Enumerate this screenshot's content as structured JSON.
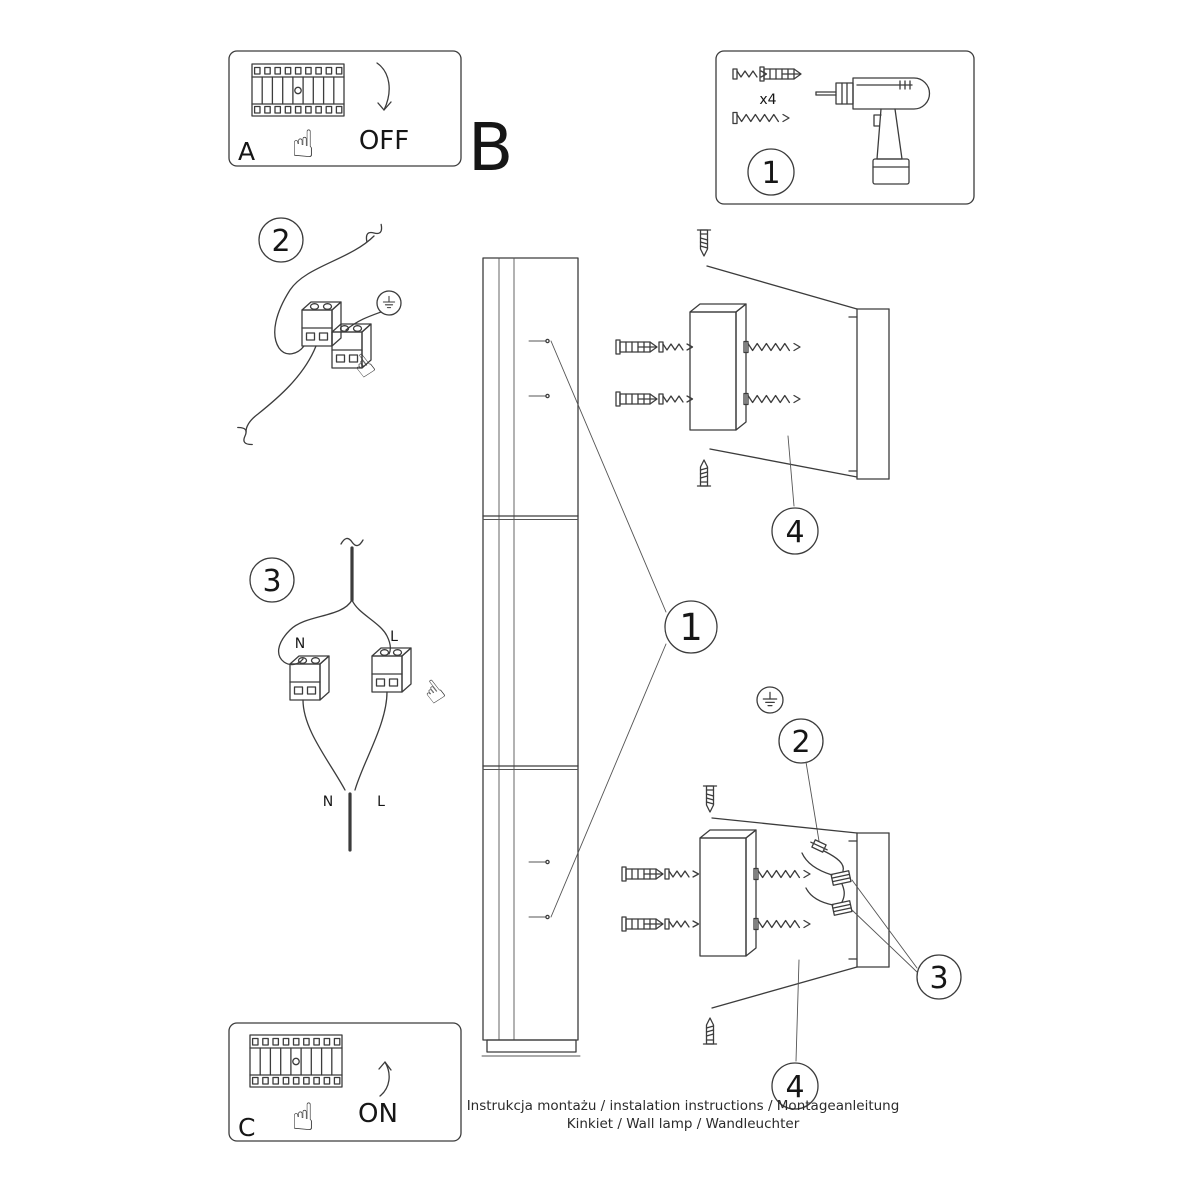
{
  "icons": {
    "hand_pointing": "☝"
  },
  "panel_a": {
    "label": "A",
    "action": "OFF"
  },
  "panel_b": {
    "label": "B"
  },
  "panel_c": {
    "label": "C",
    "action": "ON"
  },
  "tools": {
    "callout": "1",
    "screw_count": "x4"
  },
  "step_wiring": {
    "callout": "2"
  },
  "step_terminals": {
    "callout": "3",
    "terminal_n_label": "N",
    "terminal_l_label": "L",
    "wire_n_label": "N",
    "wire_l_label": "L"
  },
  "assembly": {
    "lamp_callout": "1",
    "bracket_top_callout": "4",
    "earth_callout": "2",
    "connector_callout": "3",
    "bracket_bottom_callout": "4"
  },
  "footer": {
    "line1": "Instrukcja montażu / instalation instructions / Montageanleitung",
    "line2": "Kinkiet / Wall lamp / Wandleuchter"
  }
}
